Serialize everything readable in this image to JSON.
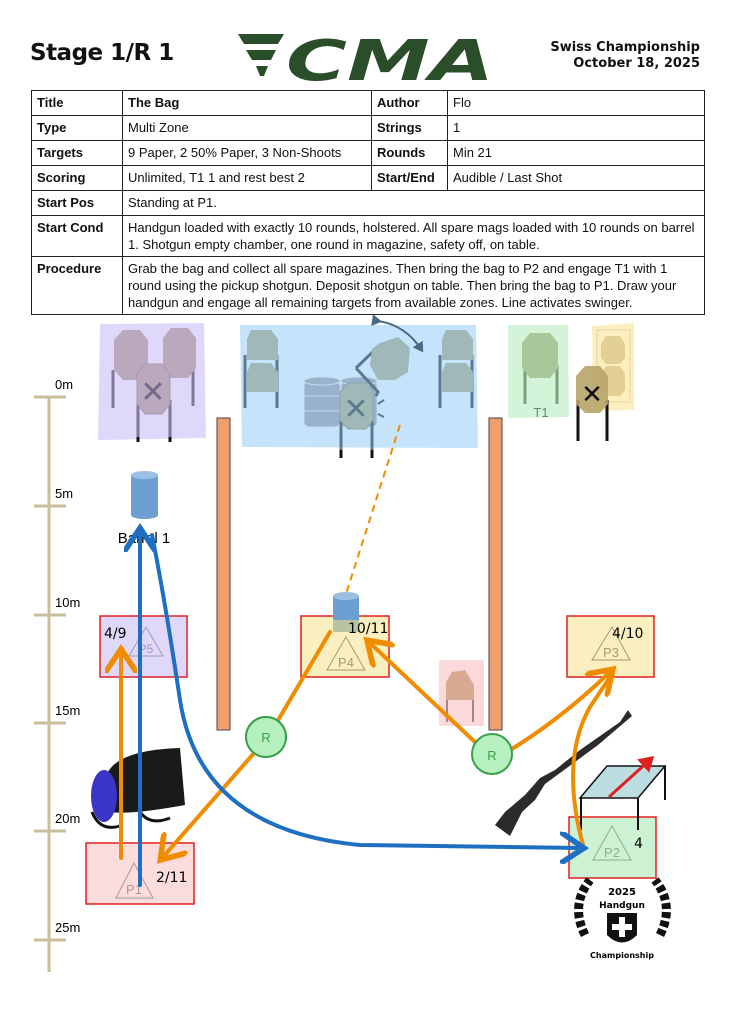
{
  "header": {
    "stage": "Stage 1/R 1",
    "logo_text": "CMA",
    "event_name": "Swiss Championship",
    "event_date": "October 18, 2025"
  },
  "colors": {
    "logo_green": "#2a4d2a",
    "wall": "#f0a070",
    "path_orange": "#f08c00",
    "path_blue": "#1e6fc2",
    "fault_line_red": "#e02020",
    "scale": "#c8bf9a"
  },
  "info": {
    "title_label": "Title",
    "title": "The Bag",
    "author_label": "Author",
    "author": "Flo",
    "type_label": "Type",
    "type": "Multi Zone",
    "strings_label": "Strings",
    "strings": "1",
    "targets_label": "Targets",
    "targets": "9 Paper, 2 50% Paper, 3 Non-Shoots",
    "rounds_label": "Rounds",
    "rounds": "Min 21",
    "scoring_label": "Scoring",
    "scoring": "Unlimited, T1 1 and rest best 2",
    "startend_label": "Start/End",
    "startend": "Audible / Last Shot",
    "startpos_label": "Start Pos",
    "startpos": "Standing at P1.",
    "startcond_label": "Start Cond",
    "startcond": "Handgun loaded with exactly 10 rounds, holstered. All spare mags loaded with 10 rounds on barrel 1. Shotgun empty chamber, one round in magazine, safety off, on table.",
    "procedure_label": "Procedure",
    "procedure": "Grab the bag and collect all spare magazines. Then bring the bag to P2 and engage T1 with 1 round using the pickup shotgun. Deposit shotgun on table. Then bring the bag to P1. Draw your handgun and engage all remaining targets from available zones. Line activates swinger."
  },
  "scale": {
    "ticks": [
      "0m",
      "5m",
      "10m",
      "15m",
      "20m",
      "25m"
    ]
  },
  "map": {
    "barrel_label": "Barrel 1",
    "target_label_t1": "T1",
    "reload_label": "R",
    "positions": [
      {
        "id": "P1",
        "label": "P1",
        "count": "2/11"
      },
      {
        "id": "P2",
        "label": "P2",
        "count": "4"
      },
      {
        "id": "P3",
        "label": "P3",
        "count": "4/10"
      },
      {
        "id": "P4",
        "label": "P4",
        "count": "10/11"
      },
      {
        "id": "P5",
        "label": "P5",
        "count": "4/9"
      }
    ],
    "badge": {
      "year": "2025",
      "line1": "Handgun",
      "line2": "Championship"
    }
  }
}
